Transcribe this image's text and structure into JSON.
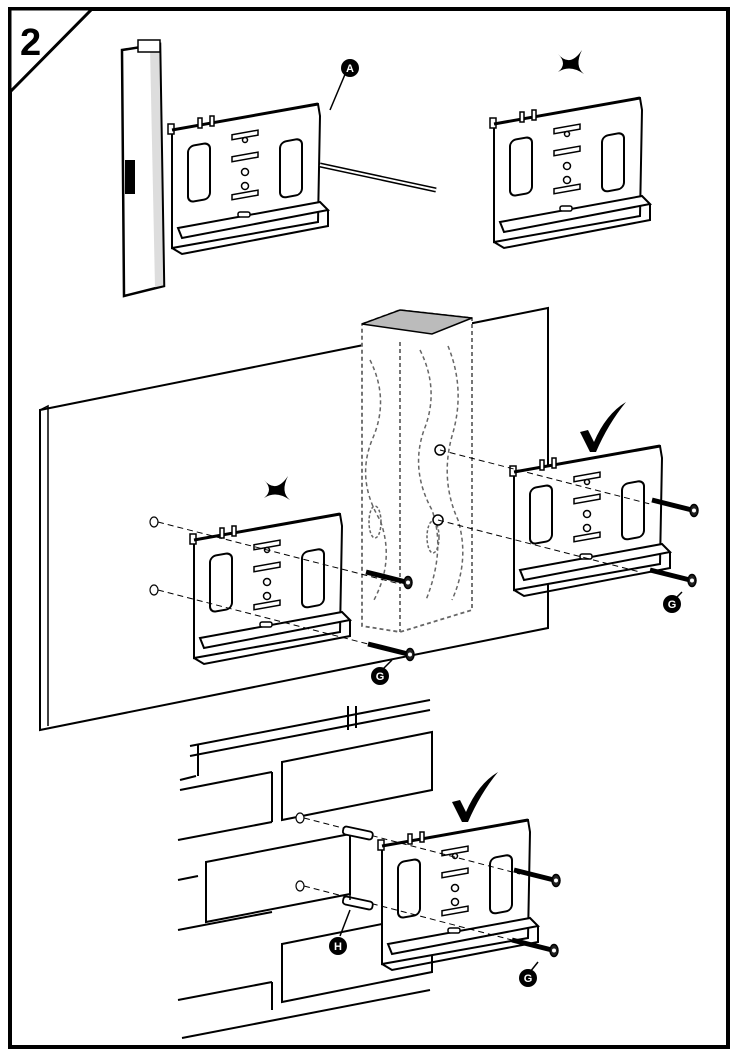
{
  "step_number": "2",
  "callouts": {
    "A": "A",
    "G1": "G",
    "G2": "G",
    "G3": "G",
    "H": "H"
  },
  "marks": {
    "top_right": "wrong",
    "wood_left": "wrong",
    "wood_right": "correct",
    "brick": "correct"
  },
  "colors": {
    "ink": "#000000",
    "fill": "#ffffff",
    "wood_dash": "#555555",
    "screw": "#222222"
  }
}
